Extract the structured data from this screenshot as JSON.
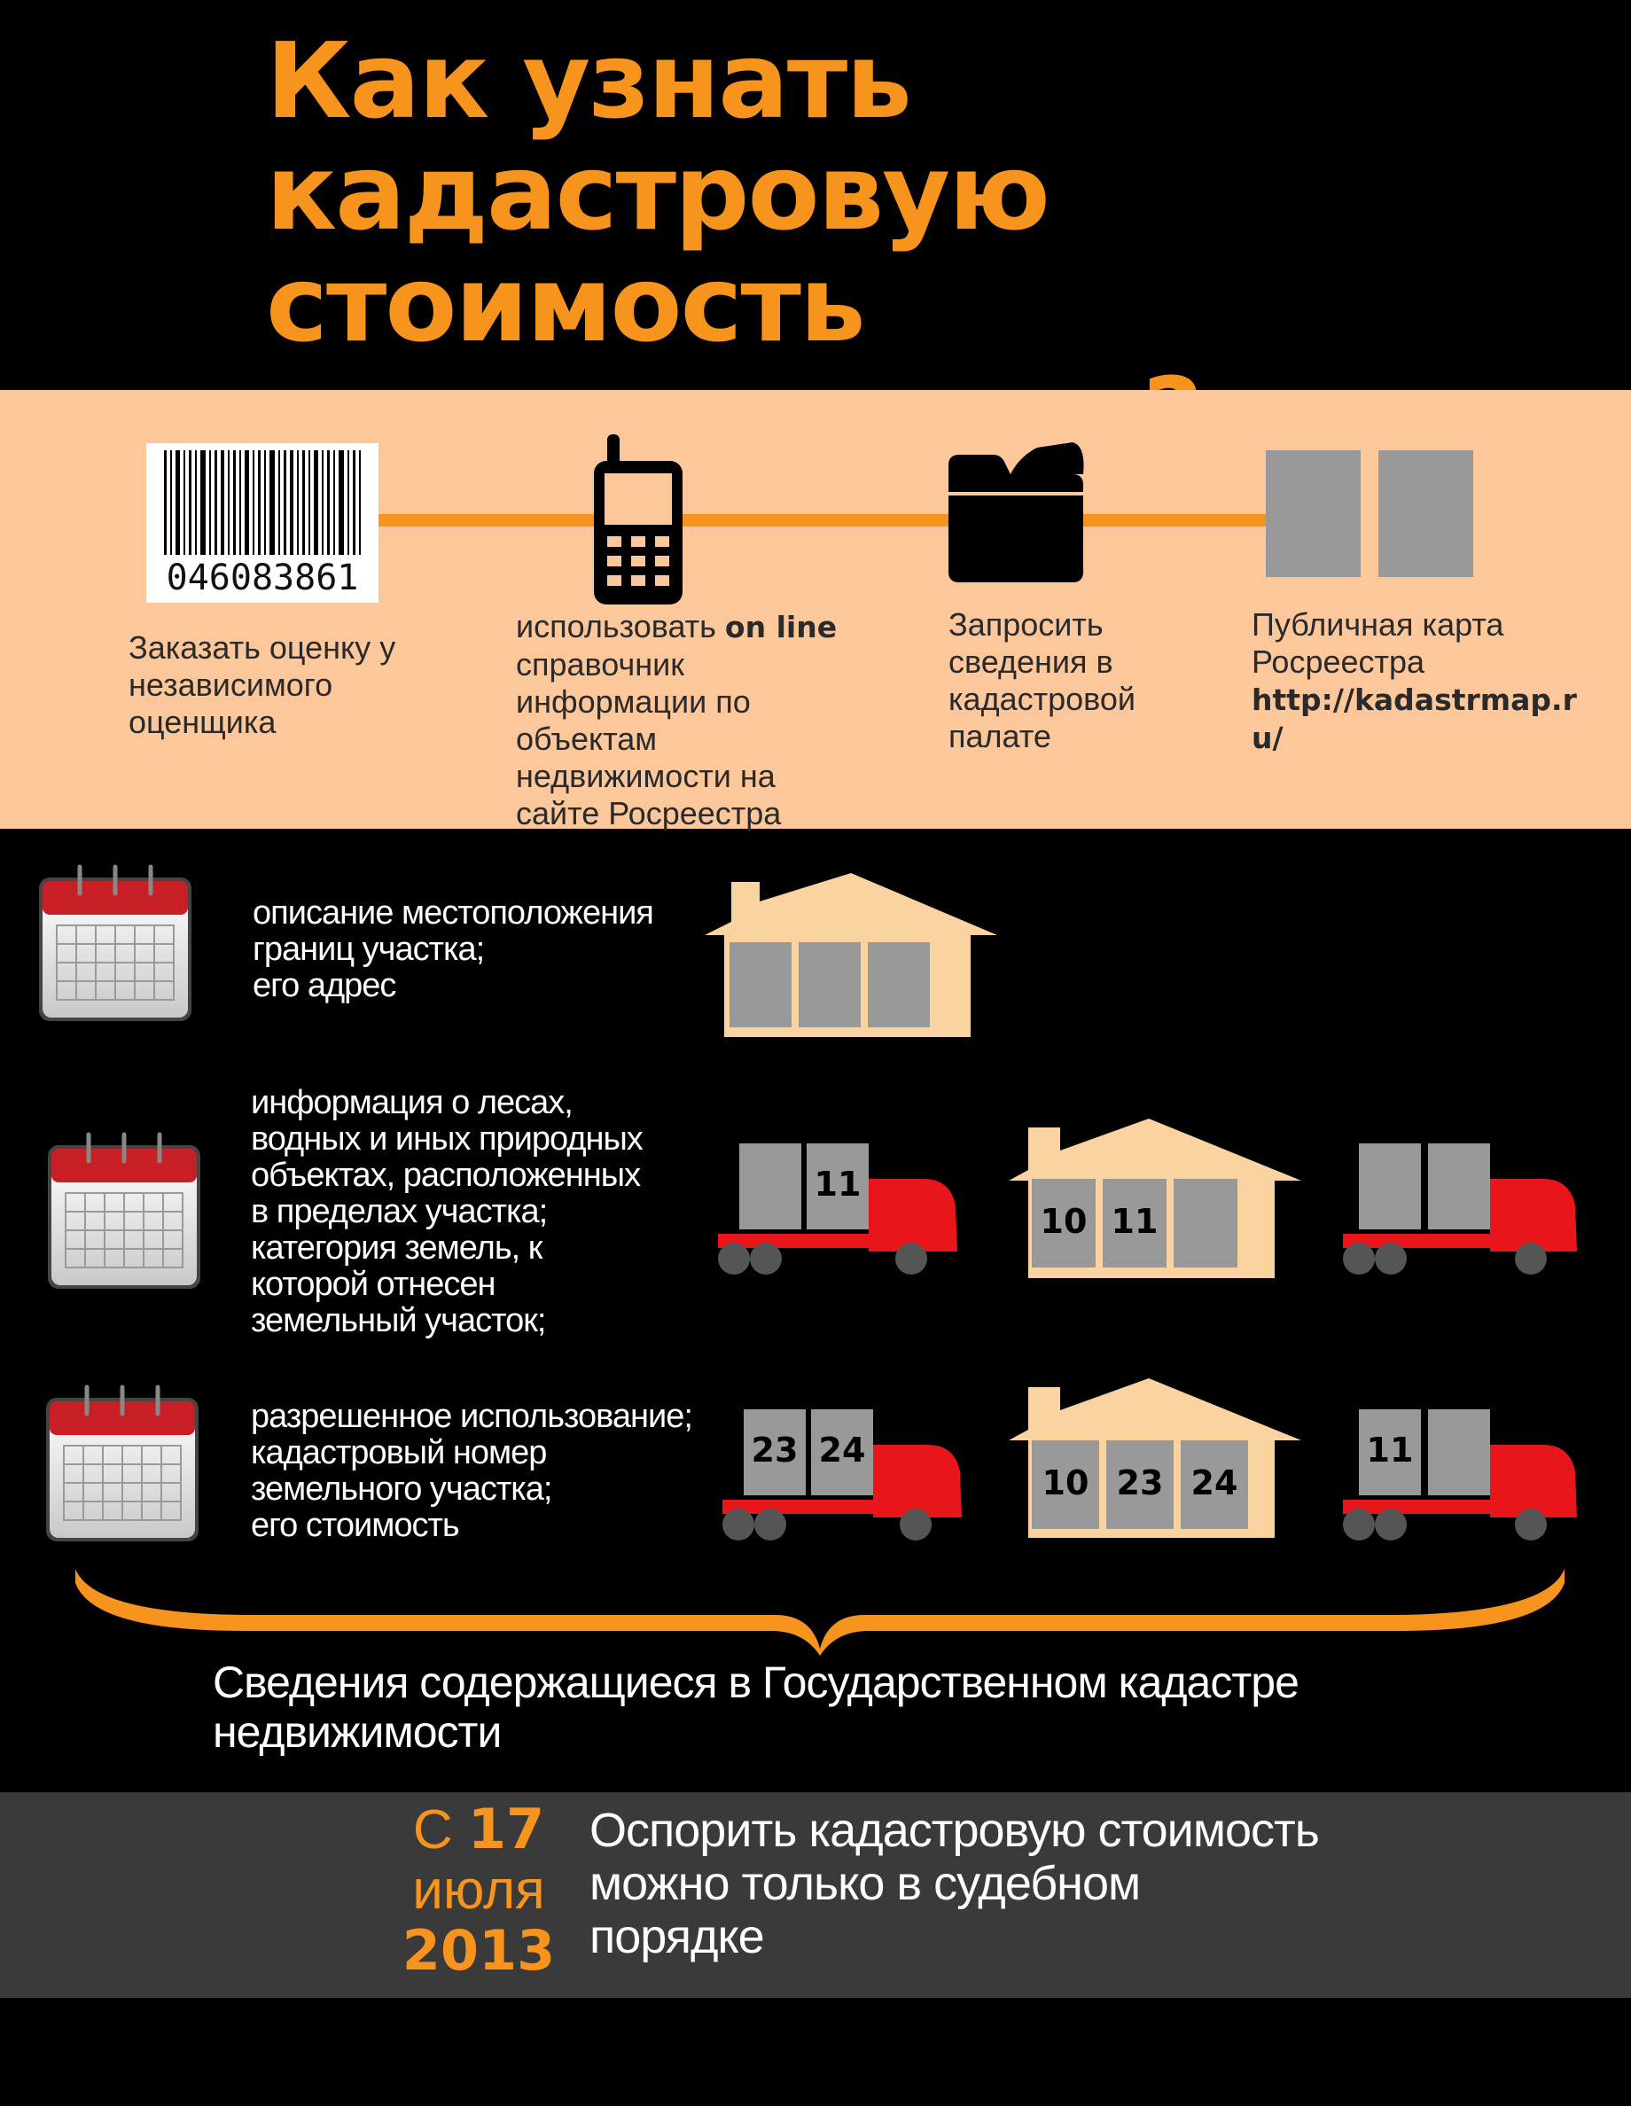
{
  "title": {
    "line1": "Как узнать кадастровую",
    "line2": "стоимость",
    "line3": "недвижимости?"
  },
  "methods": {
    "barcode_number": "046083861",
    "appraiser": {
      "l1": "Заказать оценку у",
      "l2": "независимого",
      "l3": "оценщика"
    },
    "online": {
      "l1a": "использовать ",
      "l1b": "on line",
      "l2": "справочник",
      "l3": "информации по",
      "l4": "объектам",
      "l5": "недвижимости на",
      "l6": "сайте Росреестра"
    },
    "chamber": {
      "l1": "Запросить",
      "l2": "сведения в",
      "l3": "кадастровой",
      "l4": "палате"
    },
    "map": {
      "l1": "Публичная карта",
      "l2": "Росреестра",
      "l3": "http://kadastrmap.r",
      "l4": "u/"
    }
  },
  "rows": [
    {
      "lines": [
        "описание местоположения",
        "границ участка;",
        "его адрес"
      ]
    },
    {
      "lines": [
        "информация о лесах,",
        "водных и иных природных",
        "объектах, расположенных",
        "в пределах участка;",
        "категория земель, к",
        "которой отнесен",
        "земельный участок;"
      ]
    },
    {
      "lines": [
        "разрешенное использование;",
        "кадастровый номер",
        "земельного участка;",
        "его стоимость"
      ]
    }
  ],
  "icons": {
    "row2": {
      "truck1": [
        "",
        "11"
      ],
      "house": [
        "10",
        "11",
        ""
      ],
      "truck2": [
        "",
        ""
      ]
    },
    "row3": {
      "truck1": [
        "23",
        "24"
      ],
      "house": [
        "10",
        "23",
        "24"
      ],
      "truck2": [
        "11",
        ""
      ]
    }
  },
  "summary": {
    "l1": "Сведения содержащиеся в Государственном кадастре",
    "l2": "недвижимости"
  },
  "date": {
    "c": "С",
    "day": "17",
    "month": "июля",
    "year": "2013"
  },
  "notice": {
    "l1": "Оспорить кадастровую стоимость",
    "l2": "можно только в судебном",
    "l3": "порядке"
  },
  "colors": {
    "orange": "#f7941d",
    "peach": "#fcc79a",
    "red": "#e8161b",
    "gray": "#999999",
    "house": "#fbd3a0"
  }
}
